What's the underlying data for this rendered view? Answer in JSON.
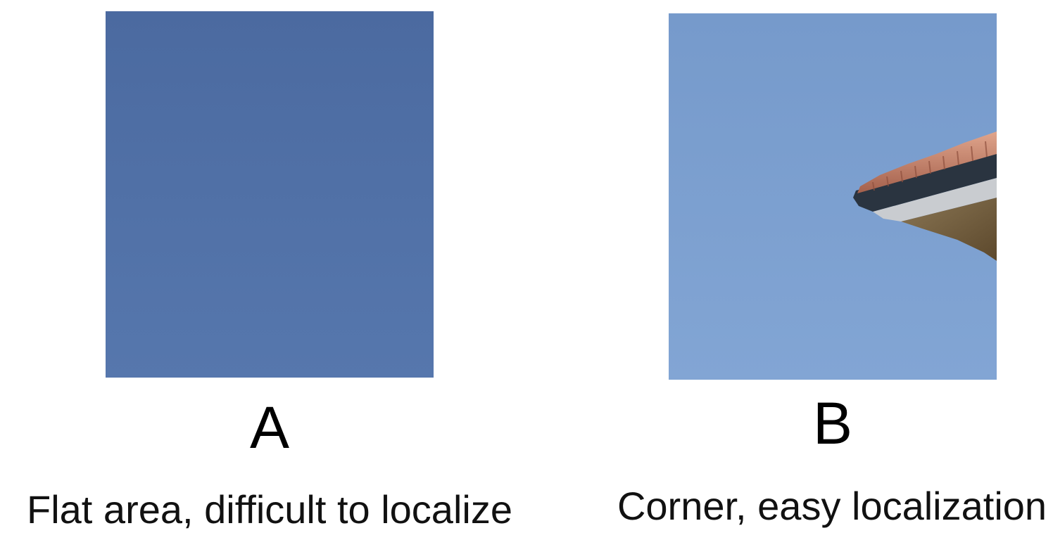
{
  "panels": [
    {
      "letter": "A",
      "caption": "Flat area, difficult to localize",
      "colors": {
        "top": "#4b6aa0",
        "bottom": "#5677ad"
      }
    },
    {
      "letter": "B",
      "caption": "Corner, easy localization",
      "colors": {
        "sky_top": "#769acb",
        "sky_bottom": "#82a5d4",
        "roof_tiles": "#c88a72",
        "roof_edge": "#2a3440",
        "fascia": "#c9ccd0",
        "underside": "#6b5638"
      }
    }
  ]
}
